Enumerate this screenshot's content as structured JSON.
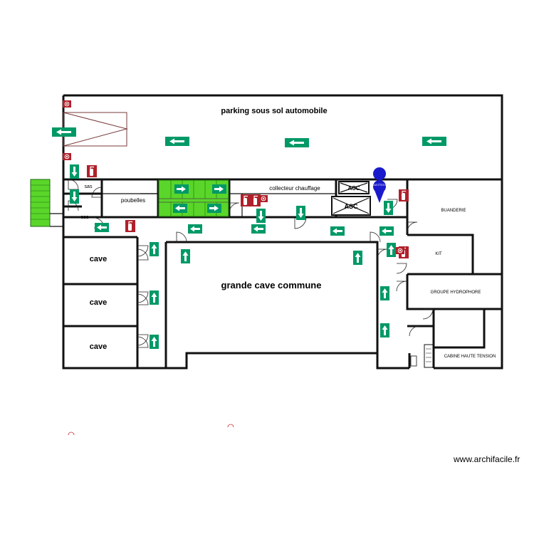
{
  "plan": {
    "rooms": {
      "parking": "parking sous sol automobile",
      "sas_1": "sas",
      "sas_2": "sas",
      "poubelles": "poubelles",
      "collecteur": "collecteur chauffage",
      "buanderie": "BUANDERIE",
      "kit": "KIT",
      "groupe": "GROUPE HYDROPHORE",
      "cabine": "CABINE HAUTE TENSION",
      "grande_cave": "grande cave commune",
      "cave_1": "cave",
      "cave_2": "cave",
      "cave_3": "cave"
    },
    "elevators": [
      "ASC",
      "ASC"
    ],
    "marker_label": "VOUS ÊTES ICI",
    "colors": {
      "wall": "#111111",
      "stair_fill": "#5ad62a",
      "exit_sign": "#009966",
      "fire_equipment": "#b0202a",
      "marker": "#1a1acc"
    },
    "icons": [
      "emergency-exit-arrow-icon",
      "fire-extinguisher-icon",
      "fire-alarm-icon",
      "you-are-here-marker-icon",
      "door-swing-icon"
    ]
  },
  "credit": "www.archifacile.fr"
}
